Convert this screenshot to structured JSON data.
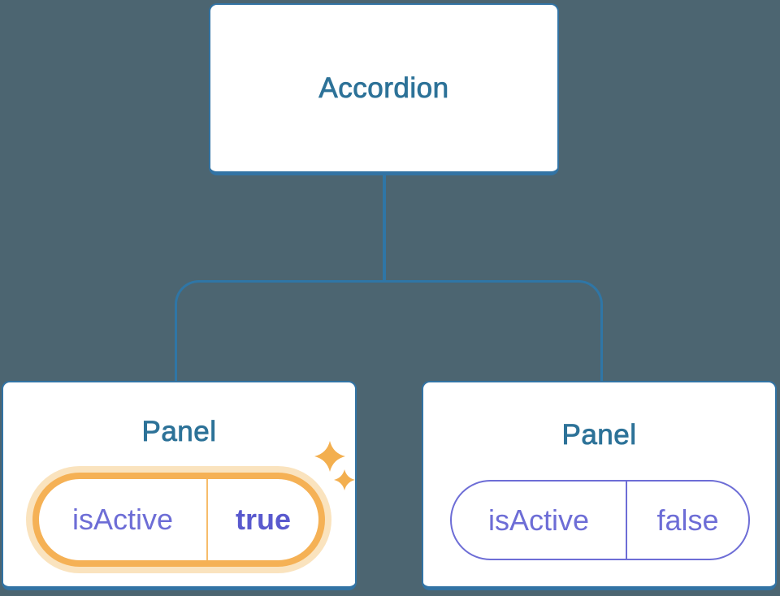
{
  "diagram": {
    "root": {
      "label": "Accordion"
    },
    "panels": [
      {
        "label": "Panel",
        "state_key": "isActive",
        "state_value": "true",
        "highlighted": true
      },
      {
        "label": "Panel",
        "state_key": "isActive",
        "state_value": "false",
        "highlighted": false
      }
    ]
  },
  "icons": {
    "sparkles": "✦✧"
  },
  "colors": {
    "background": "#4C6571",
    "card_background": "#FFFFFF",
    "card_border_blue": "#3273A4",
    "connector_blue": "#2F76A6",
    "heading_blue": "#2D7298",
    "state_purple": "#6D6DD6",
    "state_value_bold_purple": "#5959CE",
    "highlight_orange": "#F5B155",
    "highlight_orange_glow": "#FAE3BE",
    "sparkle_orange": "#F3AF4F"
  }
}
